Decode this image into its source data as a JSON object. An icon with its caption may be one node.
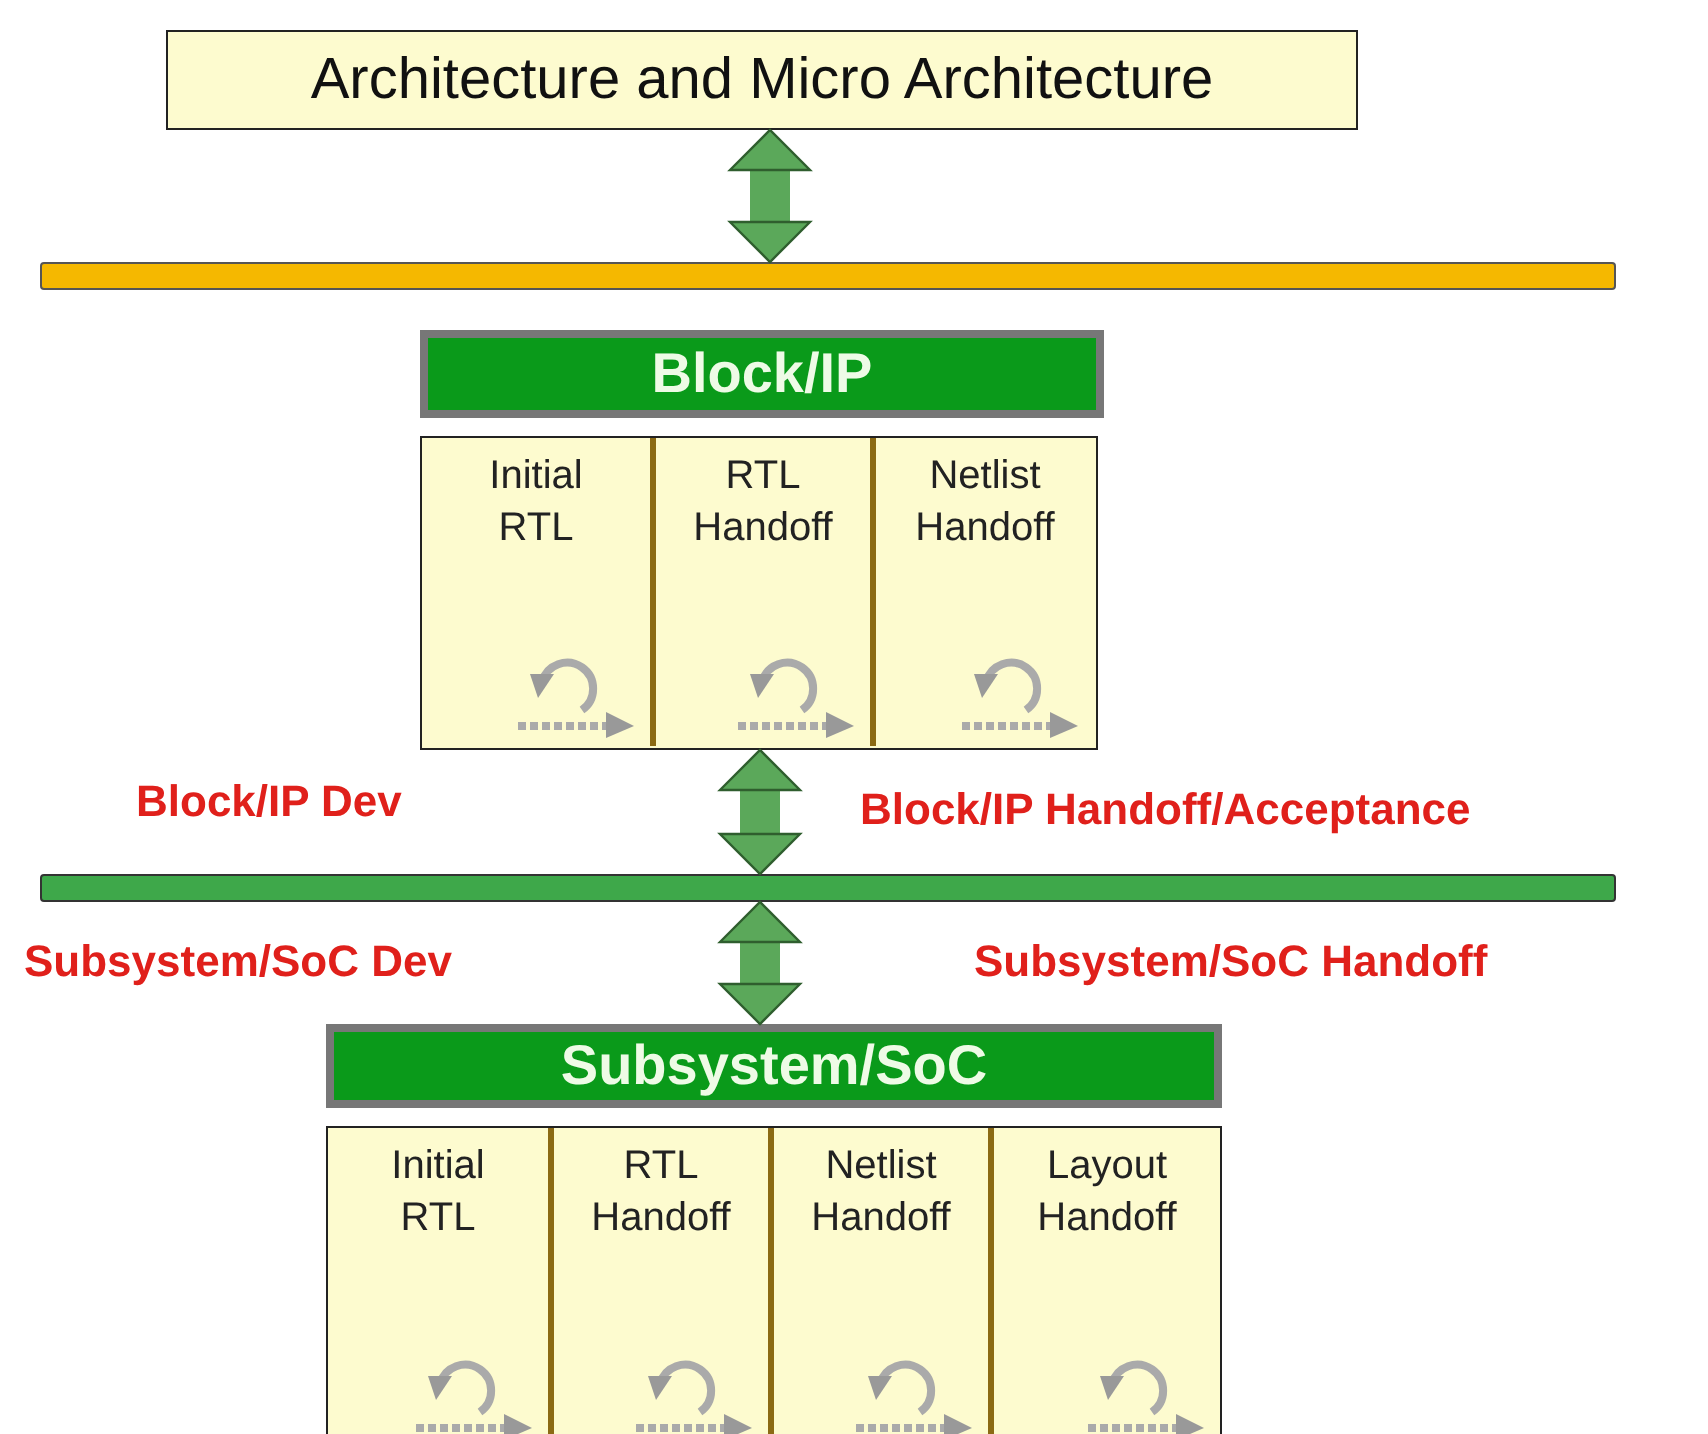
{
  "diagram": {
    "nodes": [
      {
        "text": [
          "Architecture and Micro Architecture"
        ]
      },
      {
        "text": [],
        "shape": "bar"
      },
      {
        "text": [
          "Block/IP"
        ]
      },
      {
        "text": [],
        "shape": "box"
      },
      {
        "text": [
          "Initial RTL"
        ],
        "in": 3
      },
      {
        "text": [
          "RTL Handoff"
        ],
        "in": 3
      },
      {
        "text": [
          "Netlist Handoff"
        ],
        "in": 3
      },
      {
        "text": [],
        "shape": "bar"
      },
      {
        "text": [
          "Subsystem/SoC"
        ]
      },
      {
        "text": [],
        "shape": "box"
      },
      {
        "text": [
          "Initial RTL"
        ],
        "in": 9
      },
      {
        "text": [
          "RTL Handoff"
        ],
        "in": 9
      },
      {
        "text": [
          "Netlist Handoff"
        ],
        "in": 9
      },
      {
        "text": [
          "Layout Handoff"
        ],
        "in": 9
      }
    ],
    "edges": [
      {
        "from": 0,
        "to": 1,
        "arrow": "both"
      },
      {
        "from": 3,
        "to": 7,
        "arrow": "both"
      },
      {
        "from": 7,
        "to": 8,
        "arrow": "both"
      }
    ],
    "labels": [
      "Block/IP Dev",
      "Block/IP Handoff/Acceptance",
      "Subsystem/SoC Dev",
      "Subsystem/SoC Handoff"
    ]
  }
}
